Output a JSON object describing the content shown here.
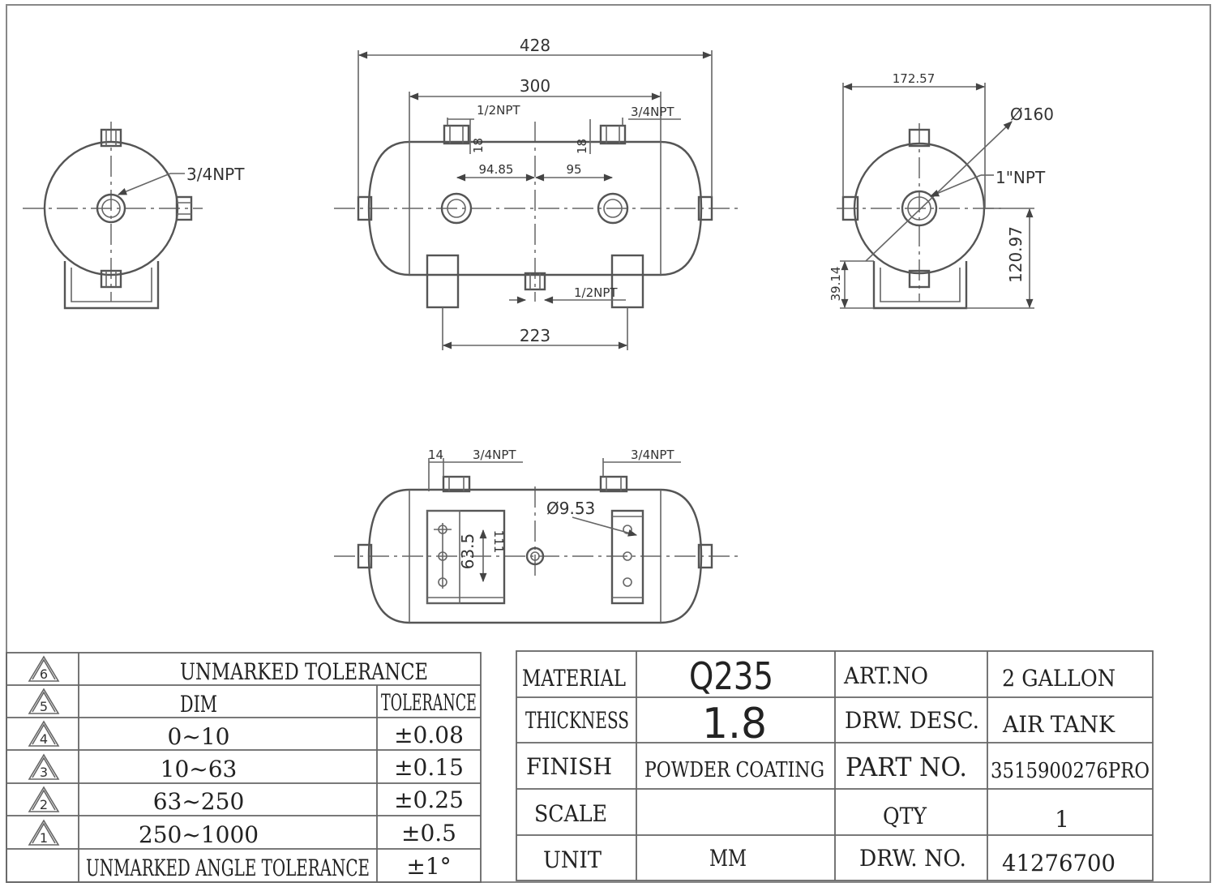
{
  "drawing": {
    "left_view": {
      "thread_label": "3/4NPT"
    },
    "front_view": {
      "overall_length": "428",
      "shell_length": "300",
      "port_left_label": "1/2NPT",
      "port_right_label": "3/4NPT",
      "offset_left": "18",
      "offset_right": "18",
      "spacing_left": "94.85",
      "spacing_right": "95",
      "drain_label": "1/2NPT",
      "feet_spacing": "223"
    },
    "right_view": {
      "width": "172.57",
      "diameter": "Ø160",
      "thread_label": "1\"NPT",
      "height": "120.97",
      "foot_height": "39.14"
    },
    "top_view": {
      "offset": "14",
      "port_left_label": "3/4NPT",
      "port_right_label": "3/4NPT",
      "hole_diameter": "Ø9.53",
      "hole_spacing": "63.5",
      "bracket_width": "111"
    }
  },
  "tolerance_table": {
    "title": "UNMARKED TOLERANCE",
    "col_dim": "DIM",
    "col_tolerance": "TOLERANCE",
    "rows": [
      {
        "mark": "6"
      },
      {
        "mark": "5"
      },
      {
        "mark": "4",
        "dim": "0~10",
        "tol": "±0.08"
      },
      {
        "mark": "3",
        "dim": "10~63",
        "tol": "±0.15"
      },
      {
        "mark": "2",
        "dim": "63~250",
        "tol": "±0.25"
      },
      {
        "mark": "1",
        "dim": "250~1000",
        "tol": "±0.5"
      }
    ],
    "angle_label": "UNMARKED ANGLE TOLERANCE",
    "angle_value": "±1°"
  },
  "title_block": {
    "material_label": "MATERIAL",
    "material_value": "Q235",
    "thickness_label": "THICKNESS",
    "thickness_value": "1.8",
    "finish_label": "FINISH",
    "finish_value": "POWDER COATING",
    "scale_label": "SCALE",
    "scale_value": "",
    "unit_label": "UNIT",
    "unit_value": "MM",
    "artno_label": "ART.NO",
    "artno_value": "2 GALLON",
    "desc_label": "DRW. DESC.",
    "desc_value": "AIR TANK",
    "partno_label": "PART NO.",
    "partno_value": "3515900276PRO",
    "qty_label": "QTY",
    "qty_value": "1",
    "drwno_label": "DRW. NO.",
    "drwno_value": "41276700"
  },
  "colors": {
    "line": "#555555",
    "text": "#222222",
    "frame": "#888888"
  }
}
